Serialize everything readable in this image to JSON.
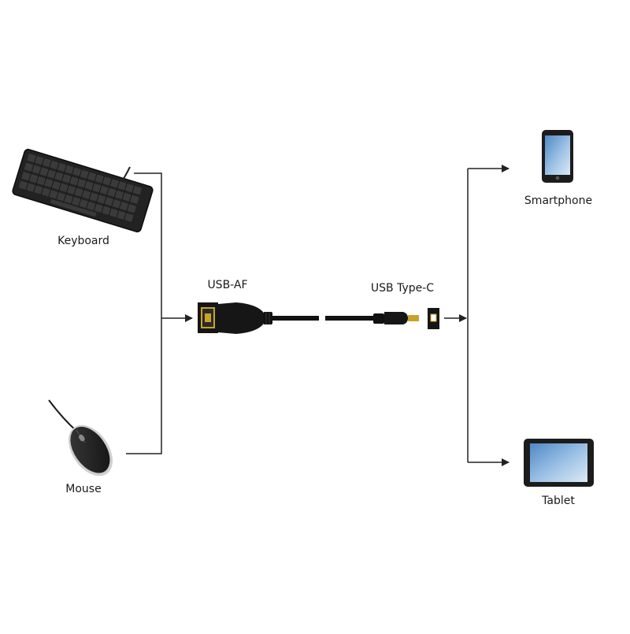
{
  "devices": {
    "keyboard": "Keyboard",
    "mouse": "Mouse",
    "smartphone": "Smartphone",
    "tablet": "Tablet"
  },
  "connectors": {
    "usb_af": "USB-AF",
    "usb_type_c": "USB Type-C"
  },
  "colors": {
    "line": "#222222",
    "device_body": "#1c1c1c",
    "screen_light": "#dce9f5",
    "screen_dark": "#4f88c6",
    "plug_metal": "#c9a227"
  }
}
